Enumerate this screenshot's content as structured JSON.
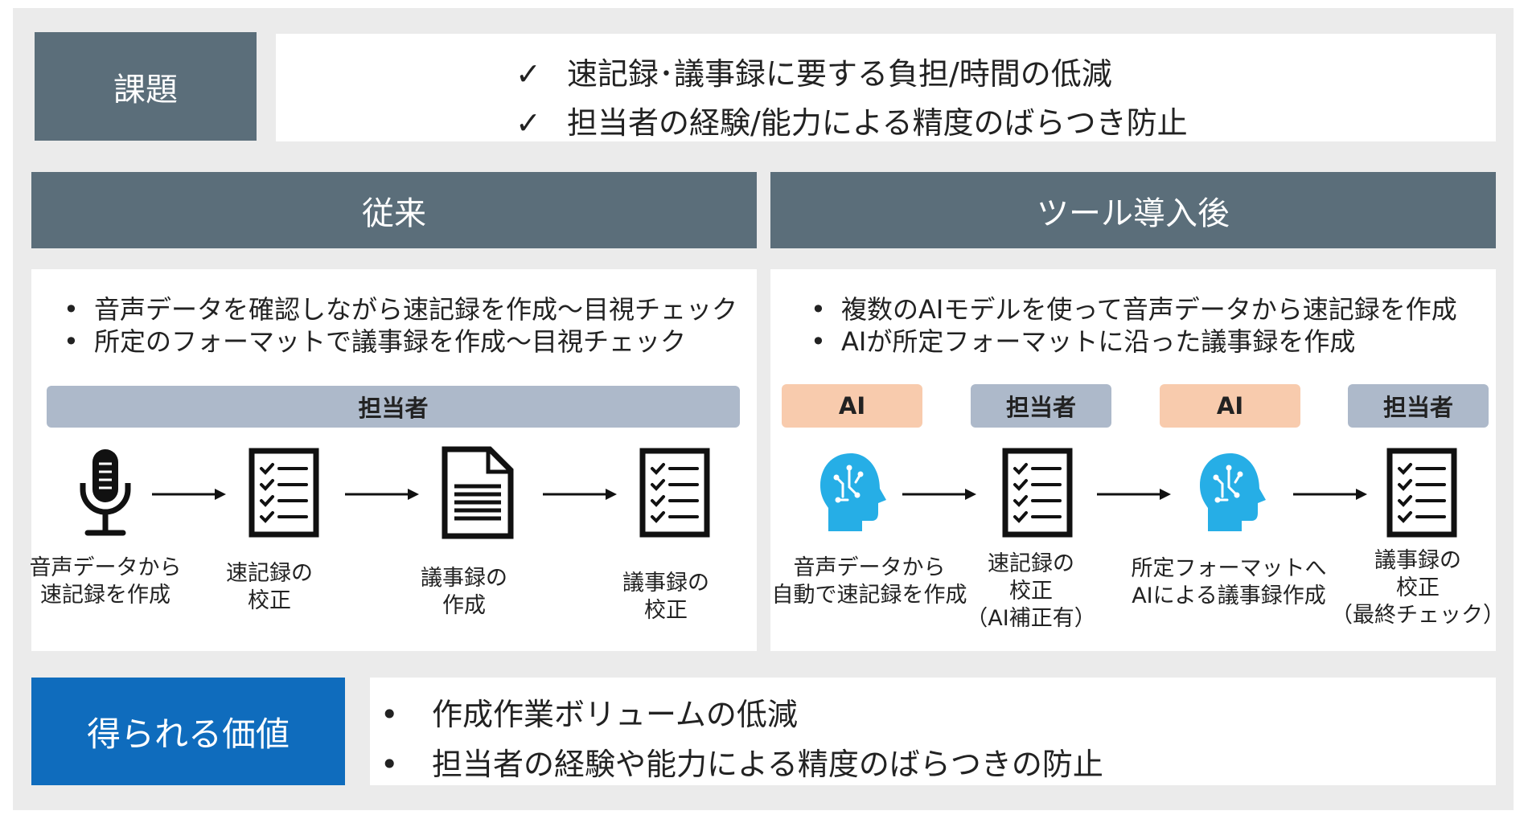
{
  "issue": {
    "label": "課題",
    "items": [
      {
        "mark": "✓",
        "text": "速記録･議事録に要する負担/時間の低減"
      },
      {
        "mark": "✓",
        "text": "担当者の経験/能力による精度のばらつき防止"
      }
    ]
  },
  "before": {
    "header": "従来",
    "bullets": [
      {
        "mark": "•",
        "text": "音声データを確認しながら速記録を作成～目視チェック"
      },
      {
        "mark": "•",
        "text": "所定のフォーマットで議事録を作成～目視チェック"
      }
    ],
    "actor_label": "担当者",
    "steps": [
      {
        "icon": "microphone-icon",
        "caption": [
          "音声データから",
          "速記録を作成"
        ]
      },
      {
        "icon": "checklist-icon",
        "caption": [
          "速記録の",
          "校正"
        ]
      },
      {
        "icon": "document-icon",
        "caption": [
          "議事録の",
          "作成"
        ]
      },
      {
        "icon": "checklist-icon",
        "caption": [
          "議事録の",
          "校正"
        ]
      }
    ]
  },
  "after": {
    "header": "ツール導入後",
    "bullets": [
      {
        "mark": "•",
        "text": "複数のAIモデルを使って音声データから速記録を作成"
      },
      {
        "mark": "•",
        "text": "AIが所定フォーマットに沿った議事録を作成"
      }
    ],
    "steps": [
      {
        "actor": "AI",
        "icon": "ai-head-icon",
        "caption": [
          "音声データから",
          "自動で速記録を作成"
        ]
      },
      {
        "actor": "担当者",
        "icon": "checklist-icon",
        "caption": [
          "速記録の",
          "校正",
          "（AI補正有）"
        ]
      },
      {
        "actor": "AI",
        "icon": "ai-head-icon",
        "caption": [
          "所定フォーマットへ",
          "AIによる議事録作成"
        ]
      },
      {
        "actor": "担当者",
        "icon": "checklist-icon",
        "caption": [
          "議事録の",
          "校正",
          "（最終チェック）"
        ]
      }
    ]
  },
  "value": {
    "label": "得られる価値",
    "items": [
      {
        "mark": "•",
        "text": "作成作業ボリュームの低減"
      },
      {
        "mark": "•",
        "text": "担当者の経験や能力による精度のばらつきの防止"
      }
    ]
  },
  "colors": {
    "header_bg": "#5b6e7a",
    "value_label_bg": "#0f6cbd",
    "actor_grey": "#adb9ca",
    "actor_peach": "#f8cbad",
    "ai_head": "#26aee6"
  }
}
